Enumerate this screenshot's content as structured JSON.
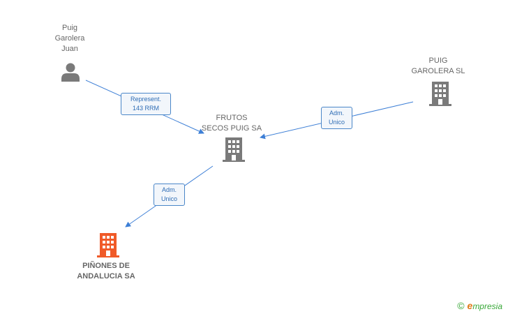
{
  "nodes": {
    "person": {
      "label": "Puig\nGarolera\nJuan",
      "icon": "person-icon"
    },
    "puig_garolera": {
      "label": "PUIG\nGAROLERA SL",
      "icon": "building-icon"
    },
    "frutos_secos": {
      "label": "FRUTOS\nSECOS PUIG SA",
      "icon": "building-icon"
    },
    "pinones": {
      "label": "PIÑONES DE\nANDALUCIA SA",
      "icon": "building-icon"
    }
  },
  "edges": {
    "e1": {
      "label": "Represent.\n143 RRM"
    },
    "e2": {
      "label": "Adm.\nUnico"
    },
    "e3": {
      "label": "Adm.\nUnico"
    }
  },
  "colors": {
    "node": "#7a7a7a",
    "focus": "#f05a28",
    "edge": "#3d7fd6"
  },
  "brand": {
    "copyright": "©",
    "e": "e",
    "rest": "mpresia"
  }
}
